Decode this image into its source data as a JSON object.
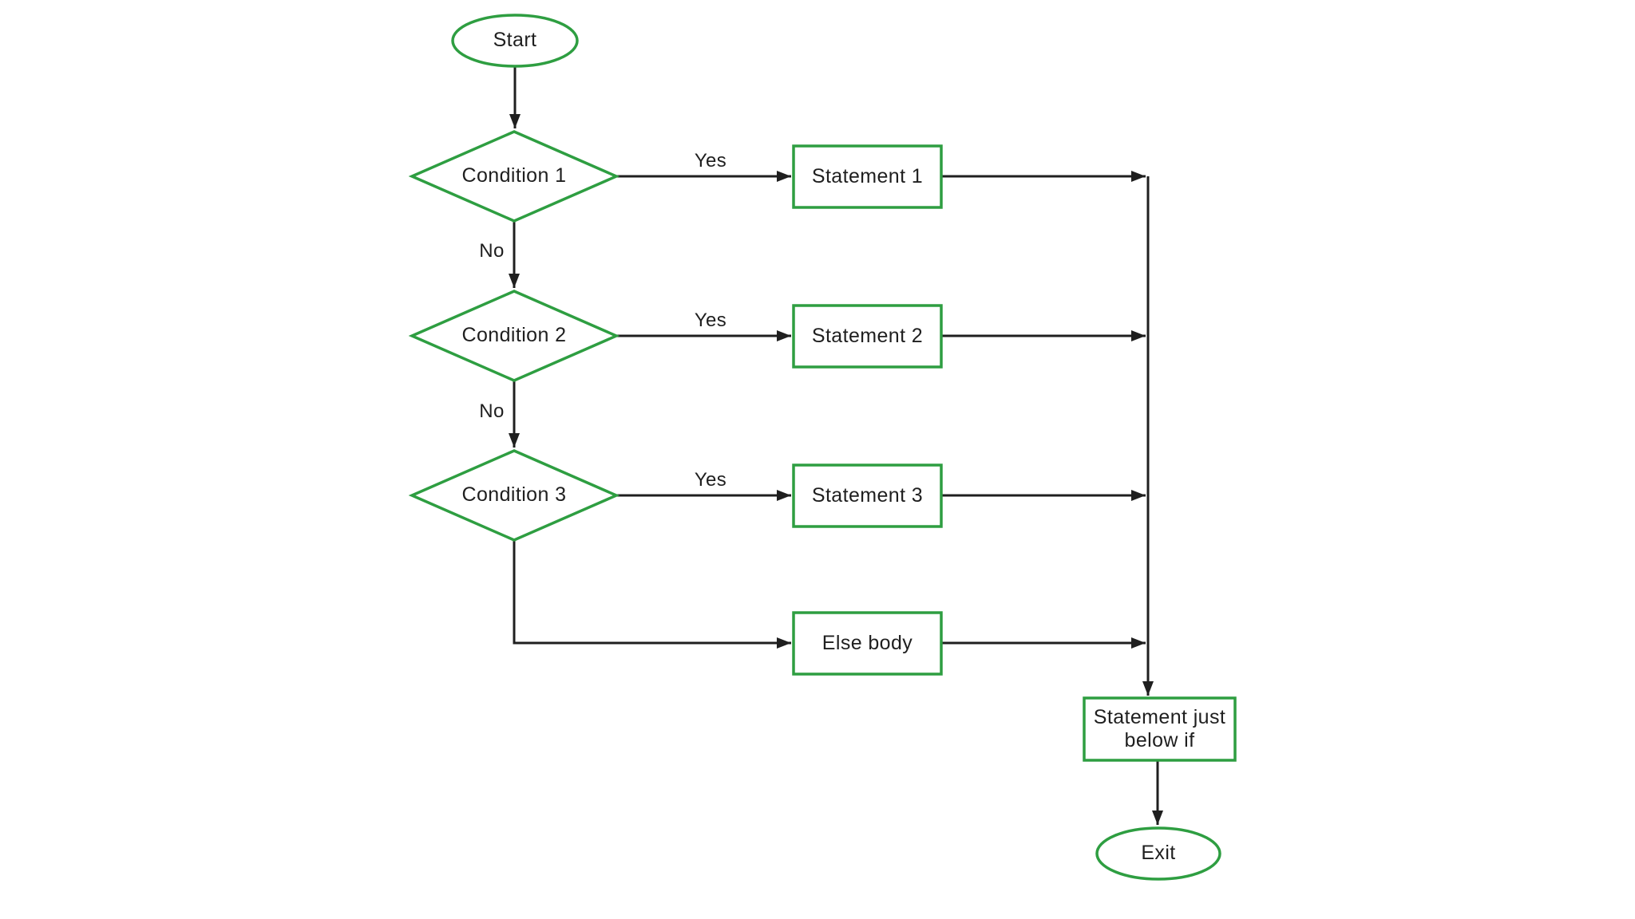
{
  "colors": {
    "shape_stroke": "#2e9e41",
    "connector": "#1f1f1f",
    "text": "#1f1f1f",
    "background": "#ffffff"
  },
  "nodes": {
    "start": {
      "type": "terminator",
      "label": "Start"
    },
    "condition1": {
      "type": "decision",
      "label": "Condition 1"
    },
    "condition2": {
      "type": "decision",
      "label": "Condition 2"
    },
    "condition3": {
      "type": "decision",
      "label": "Condition 3"
    },
    "statement1": {
      "type": "process",
      "label": "Statement 1"
    },
    "statement2": {
      "type": "process",
      "label": "Statement 2"
    },
    "statement3": {
      "type": "process",
      "label": "Statement 3"
    },
    "else_body": {
      "type": "process",
      "label": "Else body"
    },
    "statement_below_if": {
      "type": "process",
      "label": "Statement just below if"
    },
    "exit": {
      "type": "terminator",
      "label": "Exit"
    }
  },
  "edge_labels": {
    "condition1_yes": "Yes",
    "condition1_no": "No",
    "condition2_yes": "Yes",
    "condition2_no": "No",
    "condition3_yes": "Yes"
  }
}
